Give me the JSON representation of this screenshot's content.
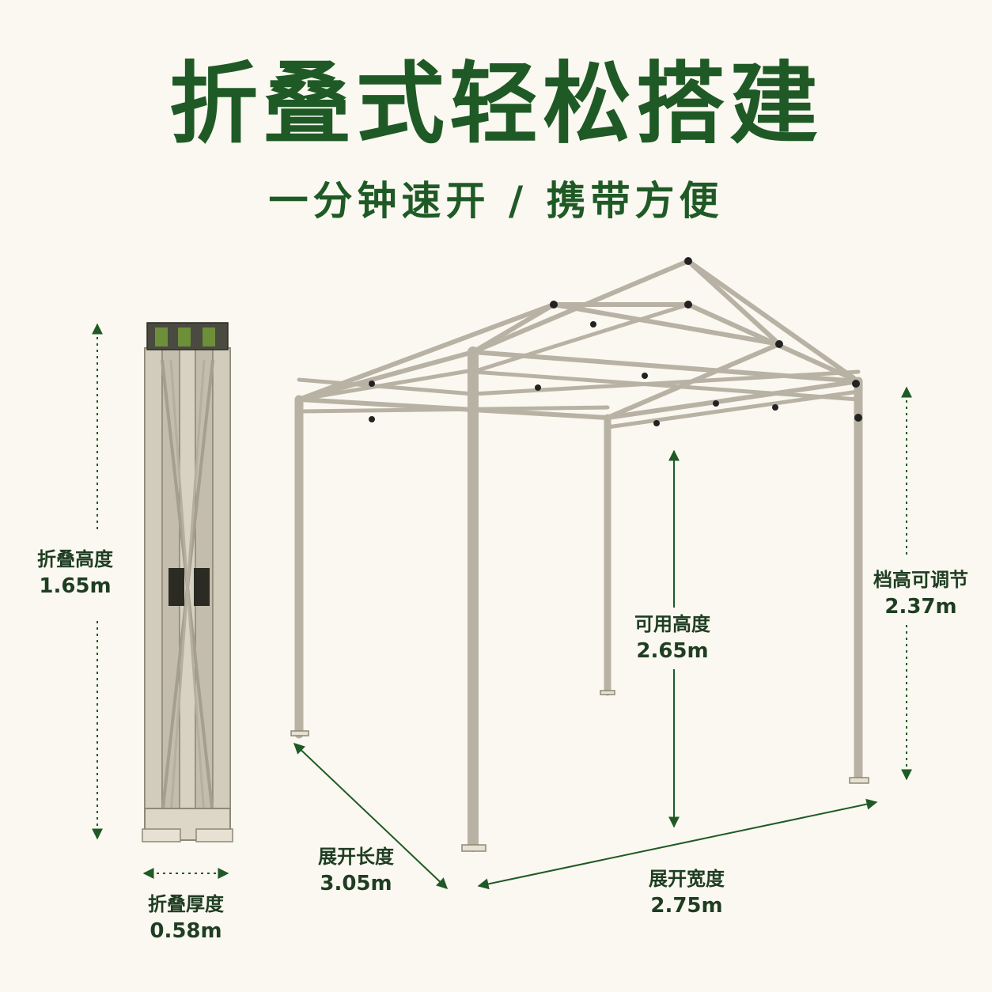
{
  "title": "折叠式轻松搭建",
  "subtitle": "一分钟速开 / 携带方便",
  "colors": {
    "accent": "#1f5a26",
    "frame": "#b8b2a4",
    "background": "#faf8f0"
  },
  "dimensions": {
    "folded_height": {
      "name": "折叠高度",
      "value": "1.65m"
    },
    "folded_thickness": {
      "name": "折叠厚度",
      "value": "0.58m"
    },
    "open_length": {
      "name": "展开长度",
      "value": "3.05m"
    },
    "open_width": {
      "name": "展开宽度",
      "value": "2.75m"
    },
    "usable_height": {
      "name": "可用高度",
      "value": "2.65m"
    },
    "adjustable_height": {
      "name": "档高可调节",
      "value": "2.37m"
    }
  }
}
